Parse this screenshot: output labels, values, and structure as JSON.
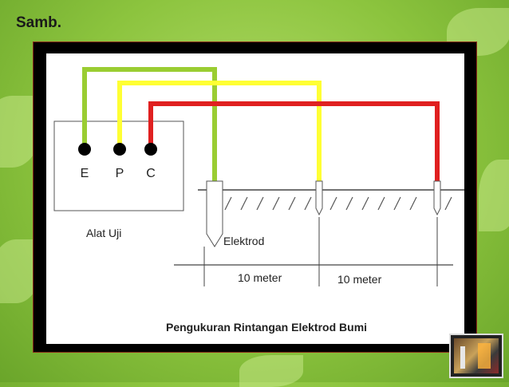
{
  "slide": {
    "title": "Samb."
  },
  "diagram": {
    "terminals": [
      "E",
      "P",
      "C"
    ],
    "device_label": "Alat Uji",
    "electrode_label": "Elektrod",
    "distances": [
      "10 meter",
      "10 meter"
    ],
    "caption": "Pengukuran Rintangan Elektrod Bumi"
  },
  "colors": {
    "wire_e": "#9acd32",
    "wire_p": "#ffff33",
    "wire_c": "#e02020",
    "frame": "#000000",
    "background": "#8cc43e"
  }
}
